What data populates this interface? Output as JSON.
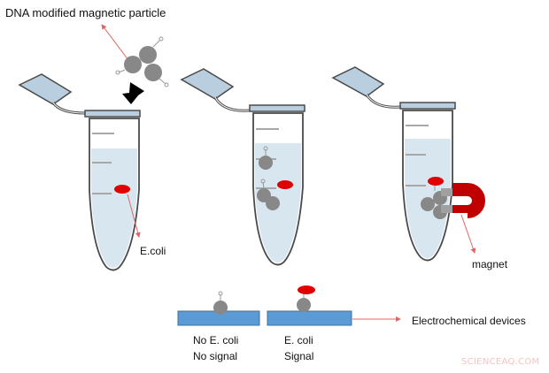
{
  "labels": {
    "particle": "DNA modified magnetic particle",
    "ecoli": "E.coli",
    "magnet": "magnet",
    "electro": "Electrochemical devices",
    "no_ecoli_line1": "No E. coli",
    "no_ecoli_line2": "No signal",
    "ecoli_signal_line1": "E. coli",
    "ecoli_signal_line2": "Signal"
  },
  "watermark": "SCIENCEAQ.COM",
  "colors": {
    "tube_outline": "#4a4a4a",
    "liquid": "#d8e6f0",
    "lid": "#b9cfdf",
    "particle": "#888888",
    "ecoli": "#e00000",
    "electrode": "#5b9bd5",
    "arrow": "#e06666",
    "magnet_red": "#c00000",
    "magnet_gray": "#a0a0a0"
  },
  "icons": [
    "magnetic-particle-icon",
    "ecoli-icon",
    "magnet-icon",
    "electrode-icon"
  ]
}
